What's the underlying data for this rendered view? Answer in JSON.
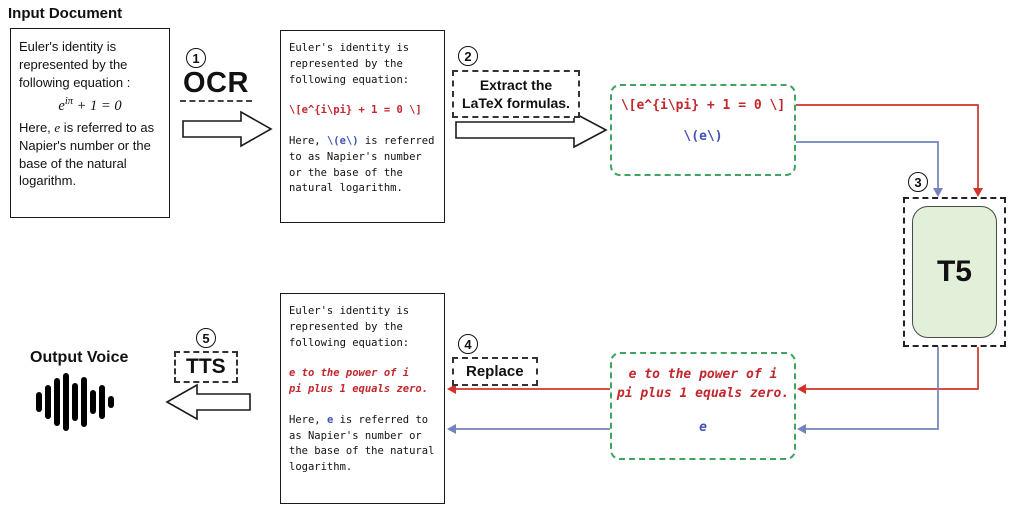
{
  "colors": {
    "formula_red": "#c1272d",
    "symbol_blue": "#3f51b5",
    "arrow_red": "#d0342c",
    "arrow_blue": "#7283bd",
    "green_border": "#3fa45f",
    "t5_fill": "#e2efd9"
  },
  "input_document": {
    "title": "Input Document",
    "text1": "Euler's identity is represented by the following equation :",
    "eq_base": "e",
    "eq_sup": "iπ",
    "eq_rest": " + 1 = 0",
    "text2_pre": "Here, ",
    "text2_var": "e",
    "text2_post": " is referred to as Napier's number or the base of the natural logarithm."
  },
  "steps": [
    {
      "num": "1",
      "label": "OCR"
    },
    {
      "num": "2",
      "label": "Extract the LaTeX formulas."
    },
    {
      "num": "3",
      "label": "T5"
    },
    {
      "num": "4",
      "label": "Replace"
    },
    {
      "num": "5",
      "label": "TTS"
    }
  ],
  "ocr_box": {
    "para1": "Euler's identity is represented by the following equation:",
    "formula": "\\[e^{i\\pi} + 1 = 0 \\]",
    "para2_pre": "Here, ",
    "para2_var": "\\(e\\)",
    "para2_post": " is referred to as Napier's number or the base of the natural logarithm."
  },
  "latex_box": {
    "formula": "\\[e^{i\\pi} + 1 = 0 \\]",
    "symbol": "\\(e\\)"
  },
  "verbal_box": {
    "formula": "e to the power of i\npi plus 1 equals zero.",
    "symbol": "e"
  },
  "replaced_box": {
    "para1": "Euler's identity is represented by the following equation:",
    "formula": "e to the power of i\npi plus 1 equals zero.",
    "para2_pre": "Here, ",
    "para2_var": "e",
    "para2_post": " is referred to as Napier's number or the base of the natural logarithm."
  },
  "output": {
    "label": "Output Voice"
  }
}
